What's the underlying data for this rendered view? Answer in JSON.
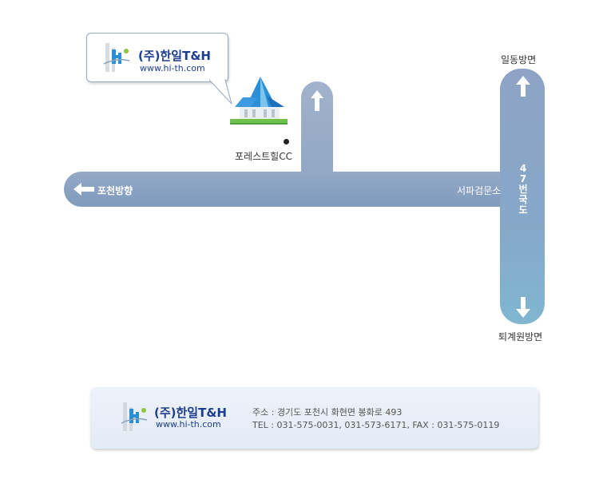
{
  "company": {
    "name": "(주)한일T&H",
    "url": "www.hi-th.com"
  },
  "map": {
    "golf_course": "포레스트힐CC",
    "west_direction": "포천방향",
    "checkpoint": "서파검문소",
    "route": "47번국도",
    "north_direction": "일동방면",
    "south_direction": "퇴계원방면"
  },
  "footer": {
    "address": "주소 : 경기도 포천시 화현면 봉화로 493",
    "contact": "TEL : 031-575-0031, 031-573-6171, FAX : 031-575-0119"
  },
  "colors": {
    "road": "#8aa3c4",
    "brand": "#1d3d8f",
    "accent": "#2a8fd6"
  }
}
